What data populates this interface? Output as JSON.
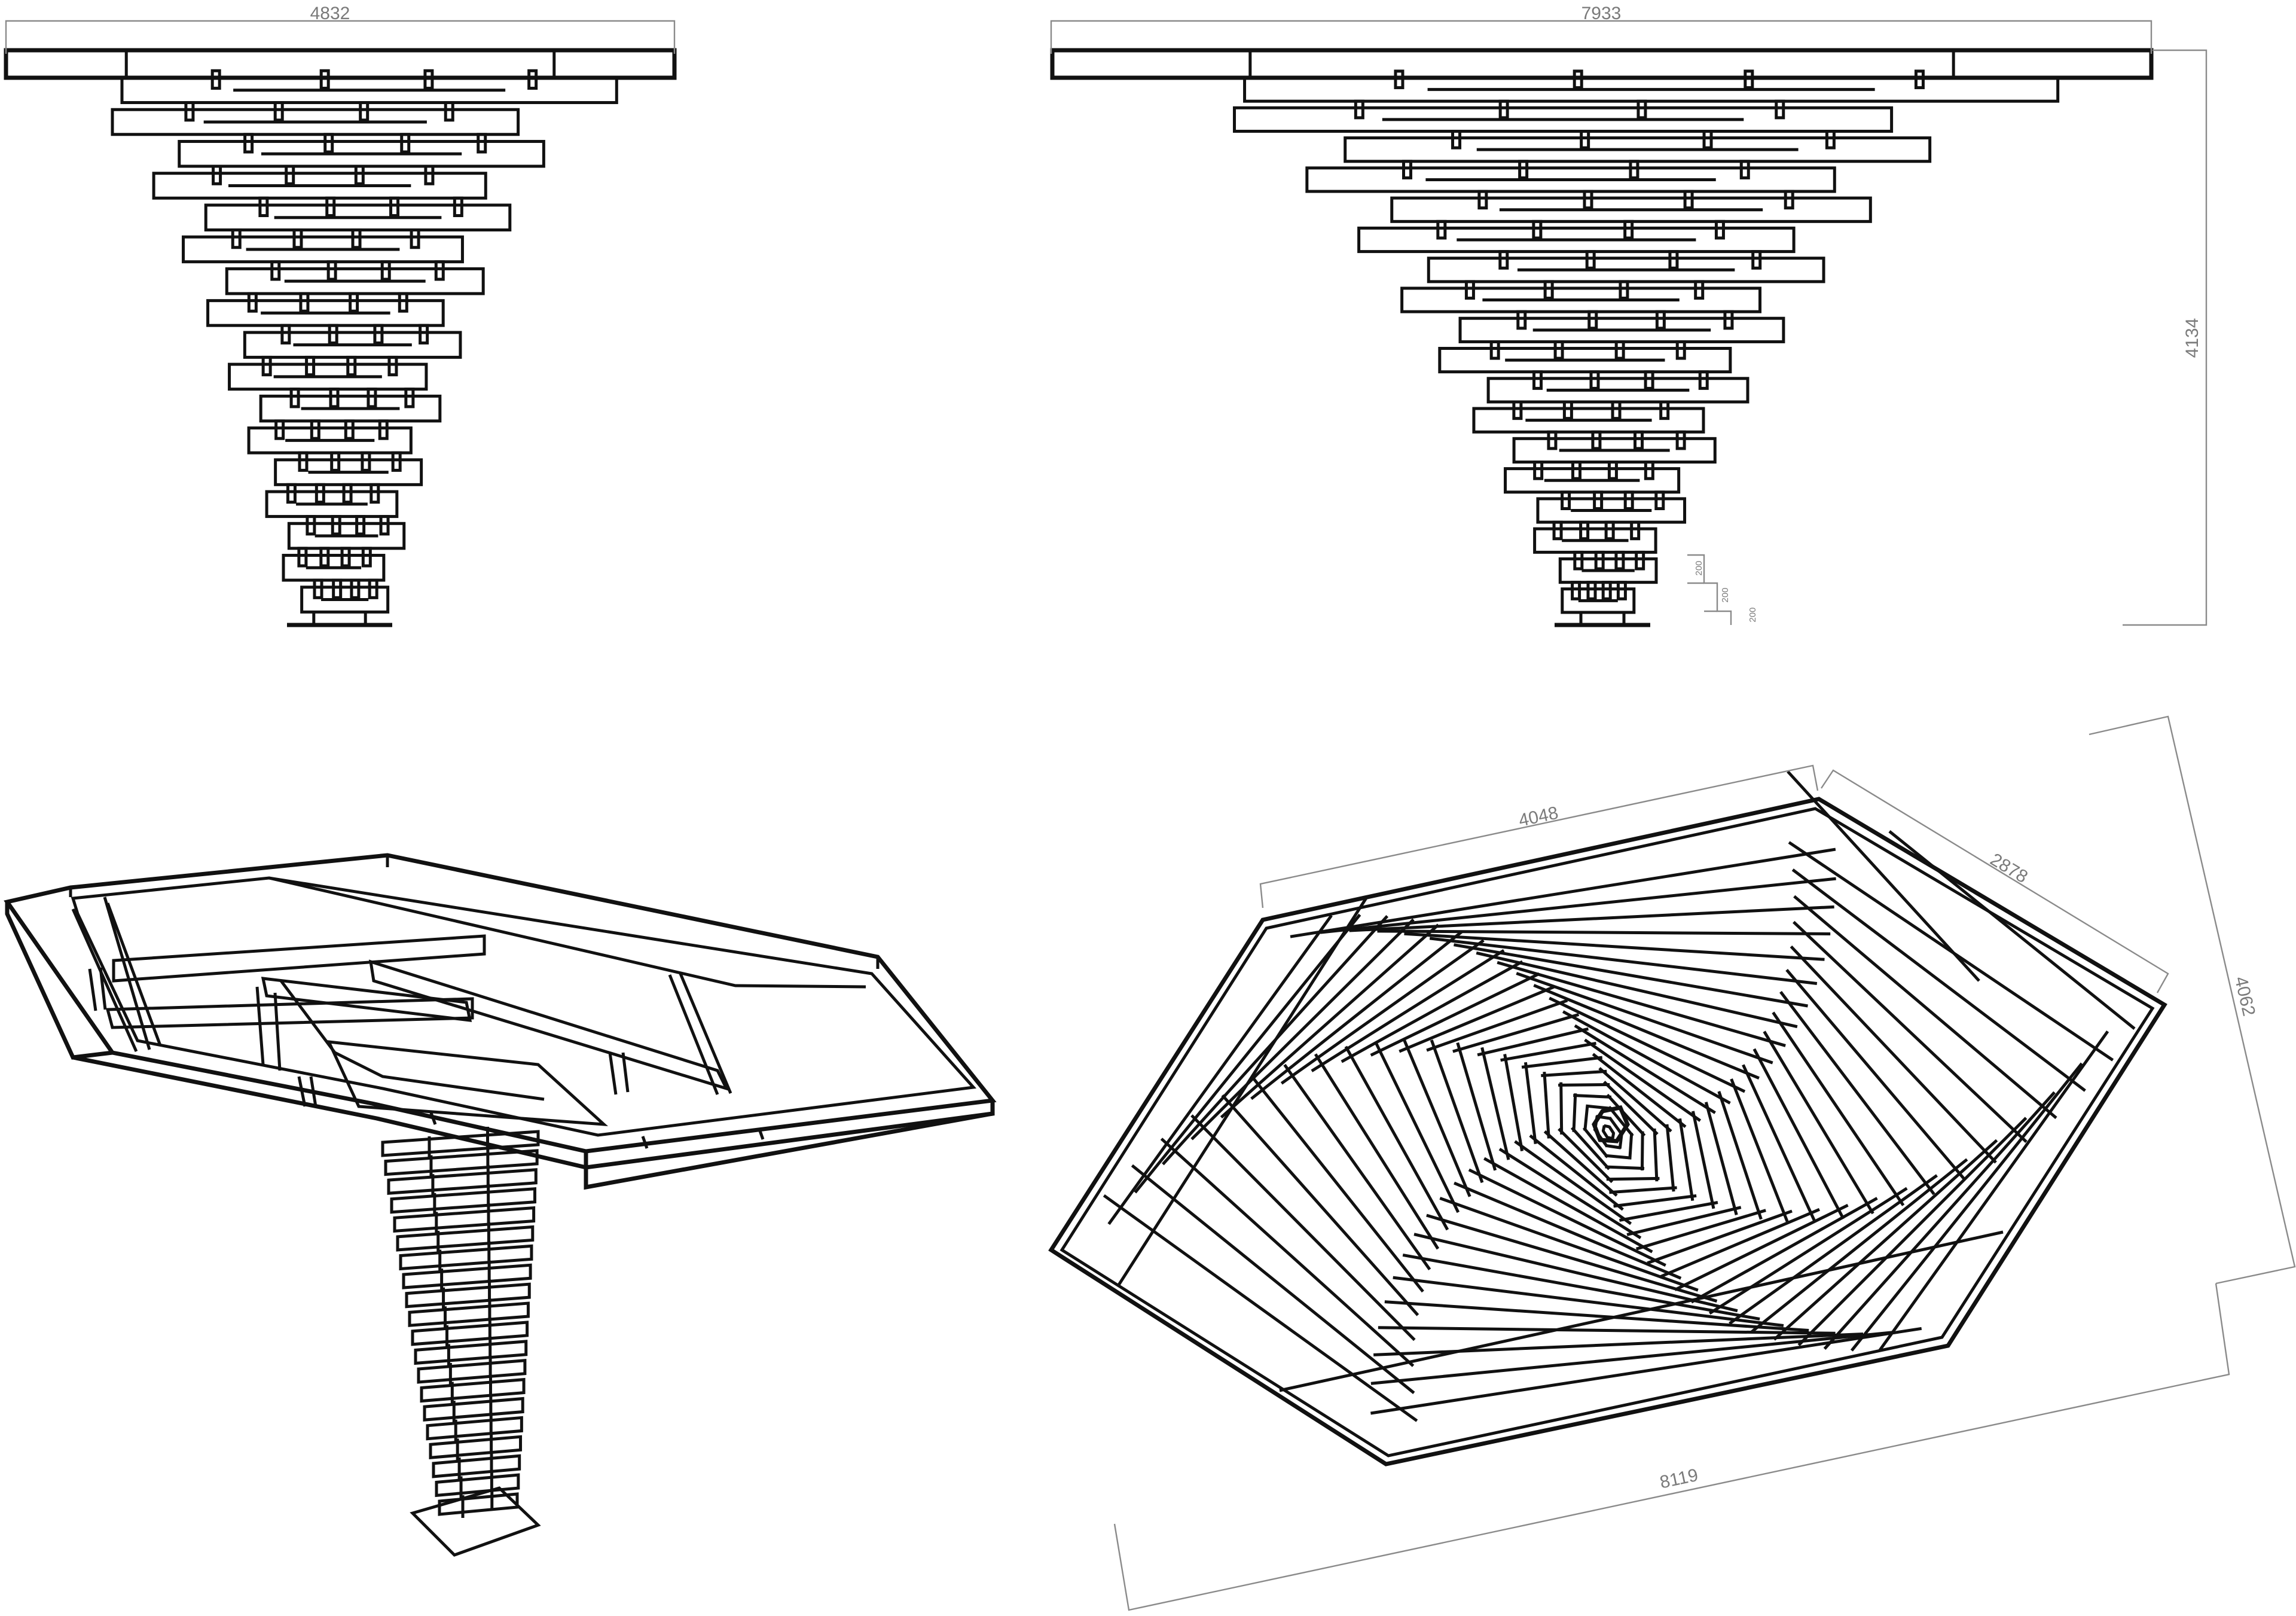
{
  "dimensions": {
    "front_width": "4832",
    "side_width": "7933",
    "height": "4134",
    "step_1": "200",
    "step_2": "200",
    "step_3": "200",
    "plan_edge_a": "4048",
    "plan_edge_b": "2878",
    "plan_depth": "4062",
    "plan_length": "8119"
  }
}
